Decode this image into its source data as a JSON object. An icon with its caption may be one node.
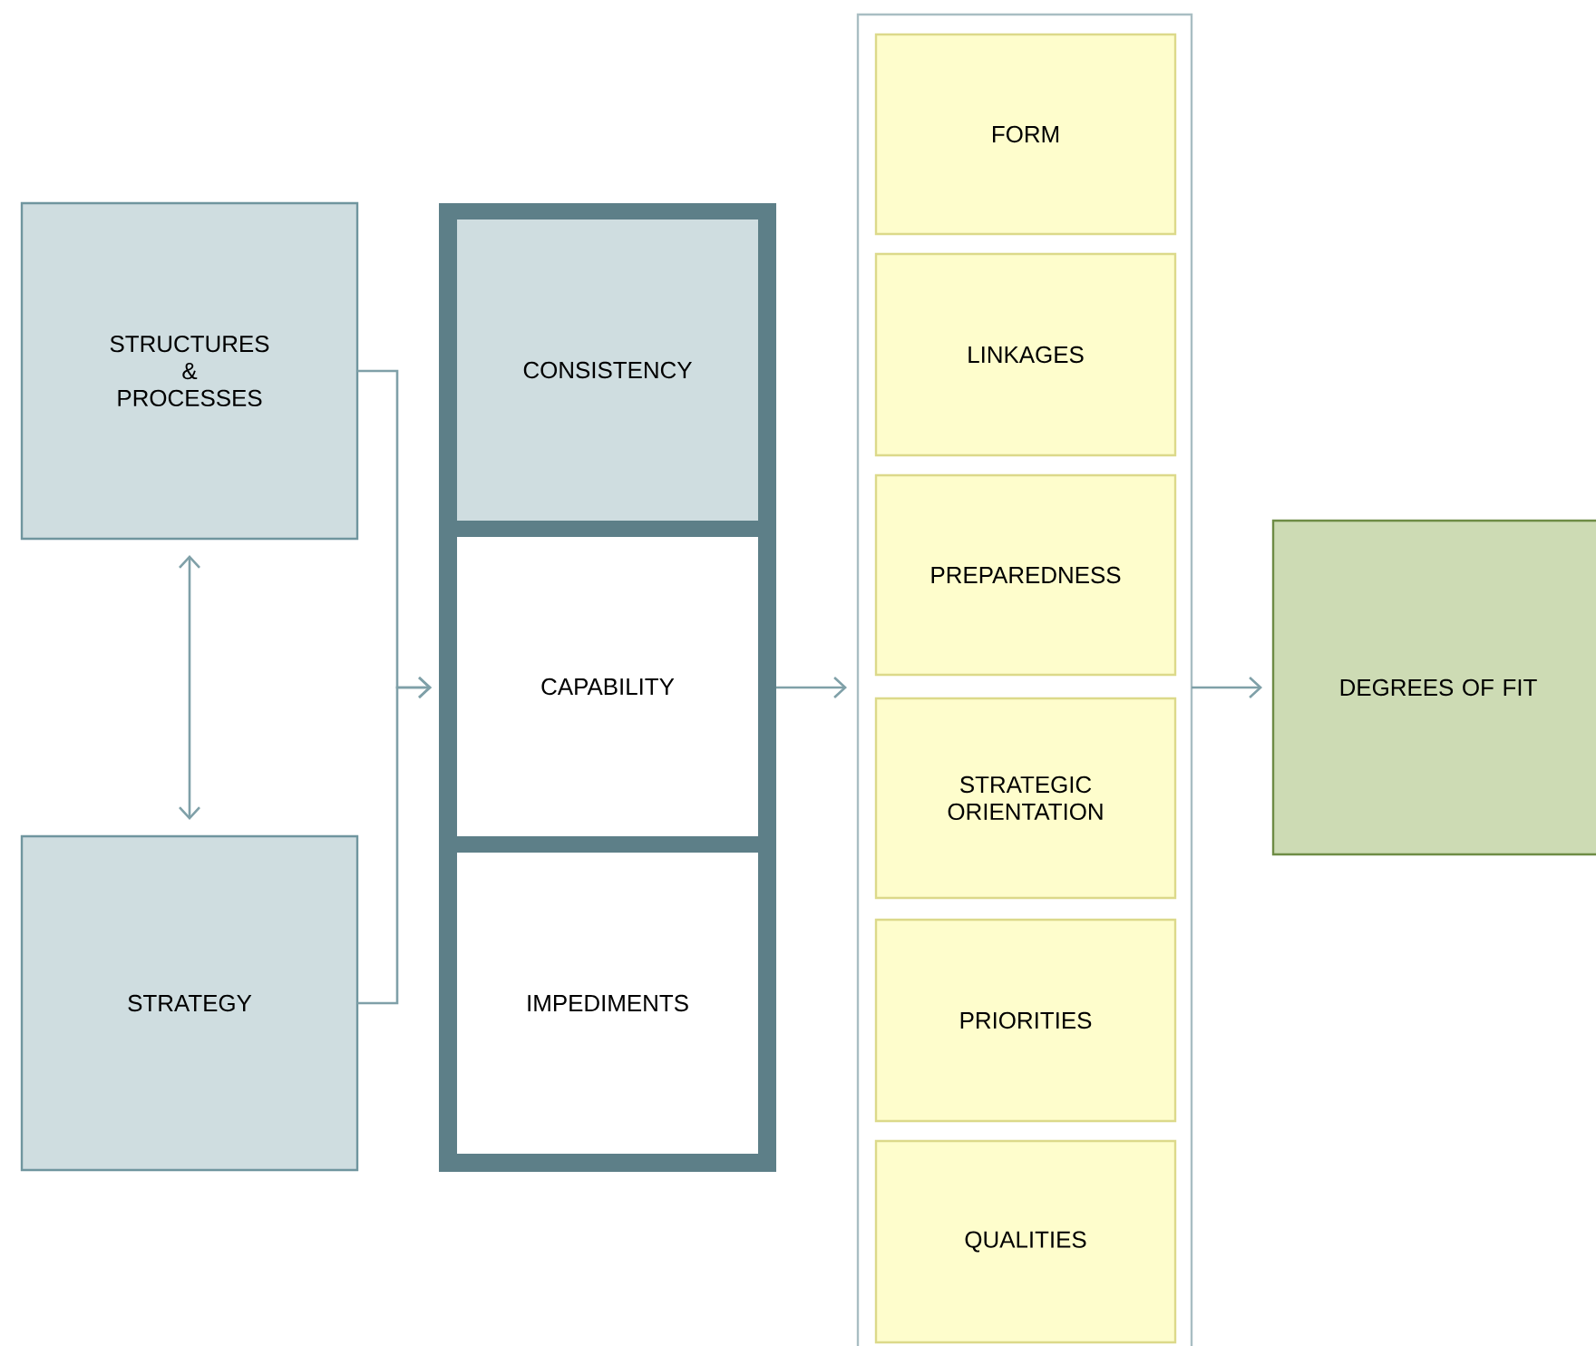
{
  "diagram": {
    "nodes": [
      {
        "text": [
          "STRUCTURES & PROCESSES"
        ]
      },
      {
        "text": [
          "STRATEGY"
        ]
      },
      {
        "text": [],
        "shape": "box"
      },
      {
        "text": [
          "CONSISTENCY"
        ],
        "in": 2
      },
      {
        "text": [
          "CAPABILITY"
        ],
        "in": 2
      },
      {
        "text": [
          "IMPEDIMENTS"
        ],
        "in": 2
      },
      {
        "text": [],
        "shape": "box"
      },
      {
        "text": [
          "FORM"
        ],
        "in": 6
      },
      {
        "text": [
          "LINKAGES"
        ],
        "in": 6
      },
      {
        "text": [
          "PREPAREDNESS"
        ],
        "in": 6
      },
      {
        "text": [
          "STRATEGIC ORIENTATION"
        ],
        "in": 6
      },
      {
        "text": [
          "PRIORITIES"
        ],
        "in": 6
      },
      {
        "text": [
          "QUALITIES"
        ],
        "in": 6
      },
      {
        "text": [
          "DEGREES OF FIT"
        ]
      }
    ],
    "edges": [
      {
        "from": 0,
        "to": 1,
        "arrow": "both"
      },
      {
        "from": 0,
        "to": 2,
        "arrow": "to"
      },
      {
        "from": 1,
        "to": 2,
        "arrow": "to"
      },
      {
        "from": 2,
        "to": 6,
        "arrow": "to"
      },
      {
        "from": 6,
        "to": 13,
        "arrow": "to"
      }
    ]
  }
}
